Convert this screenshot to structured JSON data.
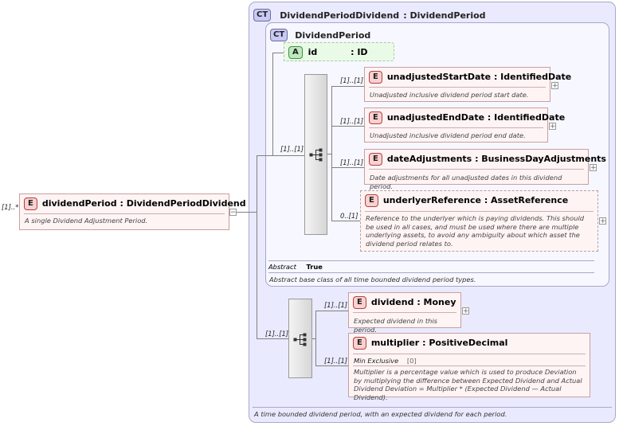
{
  "outer_type": {
    "badge": "CT",
    "name": "DividendPeriodDividend",
    "type": ": DividendPeriod",
    "description": "A time bounded dividend period, with an expected dividend for each period."
  },
  "inner_type": {
    "badge": "CT",
    "name": "DividendPeriod",
    "abstract_label": "Abstract",
    "abstract_value": "True",
    "description": "Abstract base class of all time bounded dividend period types."
  },
  "attribute": {
    "badge": "A",
    "name": "id",
    "type": ": ID"
  },
  "root": {
    "badge": "E",
    "cardinality": "[1]..*",
    "name": "dividendPeriod",
    "type": ": DividendPeriodDividend",
    "description": "A single Dividend Adjustment Period."
  },
  "seq1_cardinality": "[1]..[1]",
  "seq2_cardinality": "[1]..[1]",
  "elements": [
    {
      "badge": "E",
      "cardinality": "[1]..[1]",
      "name": "unadjustedStartDate",
      "type": ": IdentifiedDate",
      "description": "Unadjusted inclusive dividend period start date."
    },
    {
      "badge": "E",
      "cardinality": "[1]..[1]",
      "name": "unadjustedEndDate",
      "type": ": IdentifiedDate",
      "description": "Unadjusted inclusive dividend period end date."
    },
    {
      "badge": "E",
      "cardinality": "[1]..[1]",
      "name": "dateAdjustments",
      "type": ": BusinessDayAdjustments",
      "description": "Date adjustments for all unadjusted dates in this dividend period."
    },
    {
      "badge": "E",
      "cardinality": "0..[1]",
      "name": "underlyerReference",
      "type": ": AssetReference",
      "description": "Reference to the underlyer which is paying dividends. This should be used in all cases, and must be used where there are multiple underlying assets, to avoid any ambiguity about which asset the dividend period relates to."
    },
    {
      "badge": "E",
      "cardinality": "[1]..[1]",
      "name": "dividend",
      "type": ": Money",
      "description": "Expected dividend in this period."
    },
    {
      "badge": "E",
      "cardinality": "[1]..[1]",
      "name": "multiplier",
      "type": ": PositiveDecimal",
      "facet_label": "Min Exclusive",
      "facet_value": "[0]",
      "description": "Multiplier is a percentage value which is used to produce Deviation by multiplying the difference between Expected Dividend and Actual Dividend Deviation = Multiplier * (Expected Dividend — Actual Dividend)."
    }
  ],
  "expand_symbol": "+",
  "collapse_symbol": "−"
}
